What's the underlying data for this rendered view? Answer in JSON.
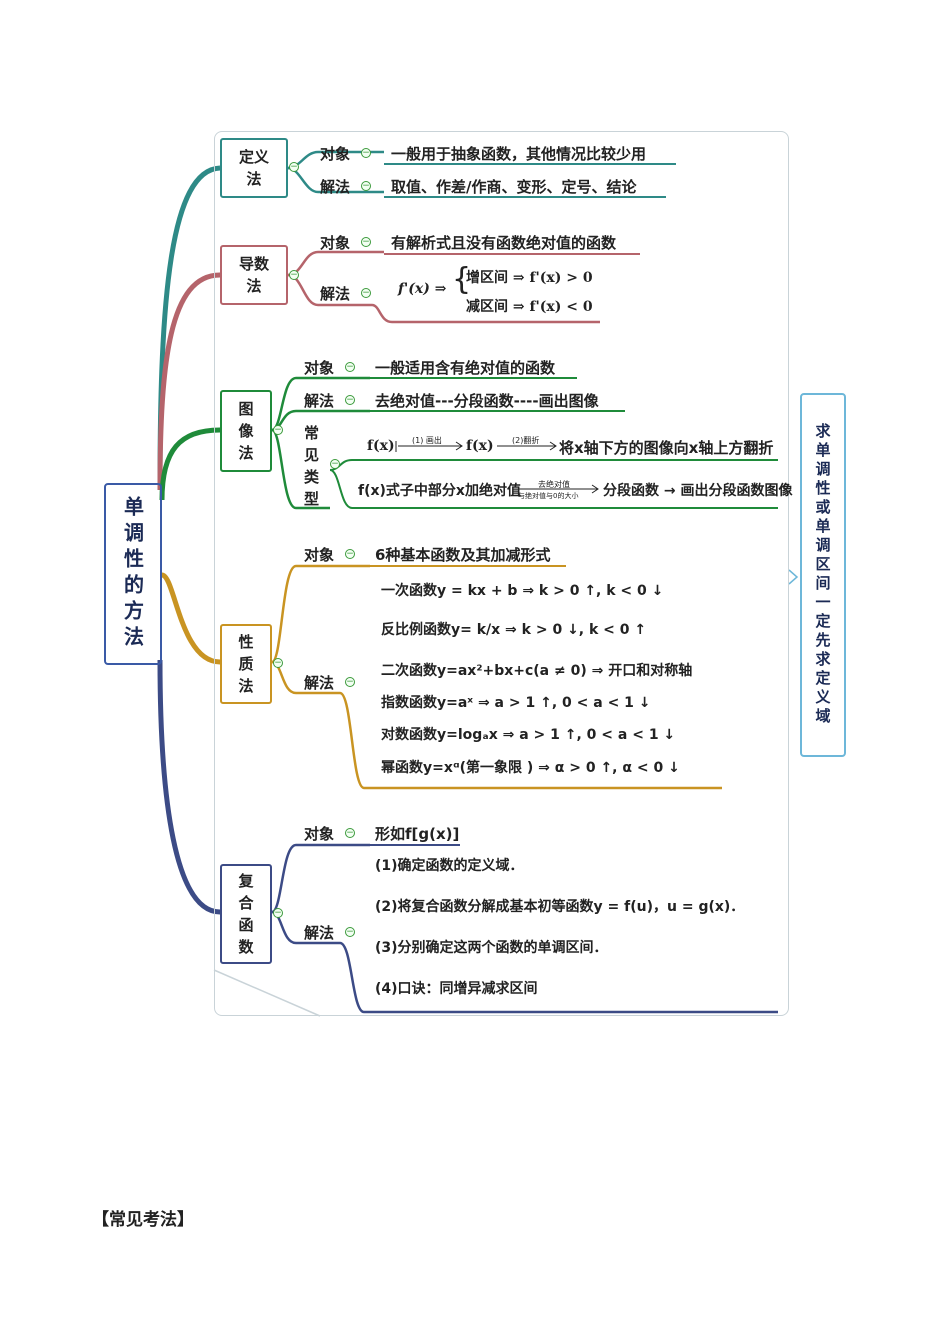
{
  "root": {
    "label": "单调性的方法"
  },
  "side_note": "求单调性或单调区间一定先求定义域",
  "colors": {
    "teal": "#2e8a87",
    "pink": "#b5646b",
    "green": "#1f8b3a",
    "gold": "#c99422",
    "navy": "#3c4b86",
    "frame": "#c9d3d8"
  },
  "branches": {
    "definition": {
      "label": "定义法",
      "object_label": "对象",
      "object_text": "一般用于抽象函数，其他情况比较少用",
      "method_label": "解法",
      "method_text": "取值、作差/作商、变形、定号、结论"
    },
    "derivative": {
      "label": "导数法",
      "object_label": "对象",
      "object_text": "有解析式且没有函数绝对值的函数",
      "method_label": "解法",
      "method_expr": "f'(x) ⇒",
      "increase": "增区间 ⇒ f'(x) > 0",
      "decrease": "减区间 ⇒ f'(x) < 0"
    },
    "graph": {
      "label": "图像法",
      "object_label": "对象",
      "object_text": "一般适用含有绝对值的函数",
      "method_label": "解法",
      "method_text": "去绝对值---分段函数----画出图像",
      "types_label": "常见类型",
      "type1_start": "f(x)",
      "type1_step1": "(1) 画出",
      "type1_mid": "f(x)",
      "type1_step2": "(2)翻折",
      "type1_end": "将x轴下方的图像向x轴上方翻折",
      "type2_start": "f(x)式子中部分x加绝对值",
      "type2_top": "去绝对值",
      "type2_bottom": "与绝对值与0的大小",
      "type2_end": "分段函数 → 画出分段函数图像"
    },
    "property": {
      "label": "性质法",
      "object_label": "对象",
      "object_text": "6种基本函数及其加减形式",
      "method_label": "解法",
      "items": [
        "一次函数y = kx + b ⇒ k > 0 ↑, k < 0 ↓",
        "反比例函数y= k/x ⇒ k > 0 ↓, k < 0 ↑",
        "二次函数y=ax²+bx+c(a ≠ 0) ⇒ 开口和对称轴",
        "指数函数y=aˣ ⇒ a > 1 ↑, 0 < a < 1 ↓",
        "对数函数y=logₐx ⇒ a > 1 ↑, 0 < a < 1 ↓",
        "幂函数y=xᵅ(第一象限 ) ⇒ α > 0 ↑, α < 0 ↓"
      ]
    },
    "composite": {
      "label": "复合函数",
      "object_label": "对象",
      "object_text": "形如f[g(x)]",
      "method_label": "解法",
      "steps": [
        "(1)确定函数的定义域．",
        "(2)将复合函数分解成基本初等函数y = f(u)，u = g(x)．",
        "(3)分别确定这两个函数的单调区间．",
        "(4)口诀：同增异减求区间"
      ]
    }
  },
  "footer": "【常见考法】"
}
